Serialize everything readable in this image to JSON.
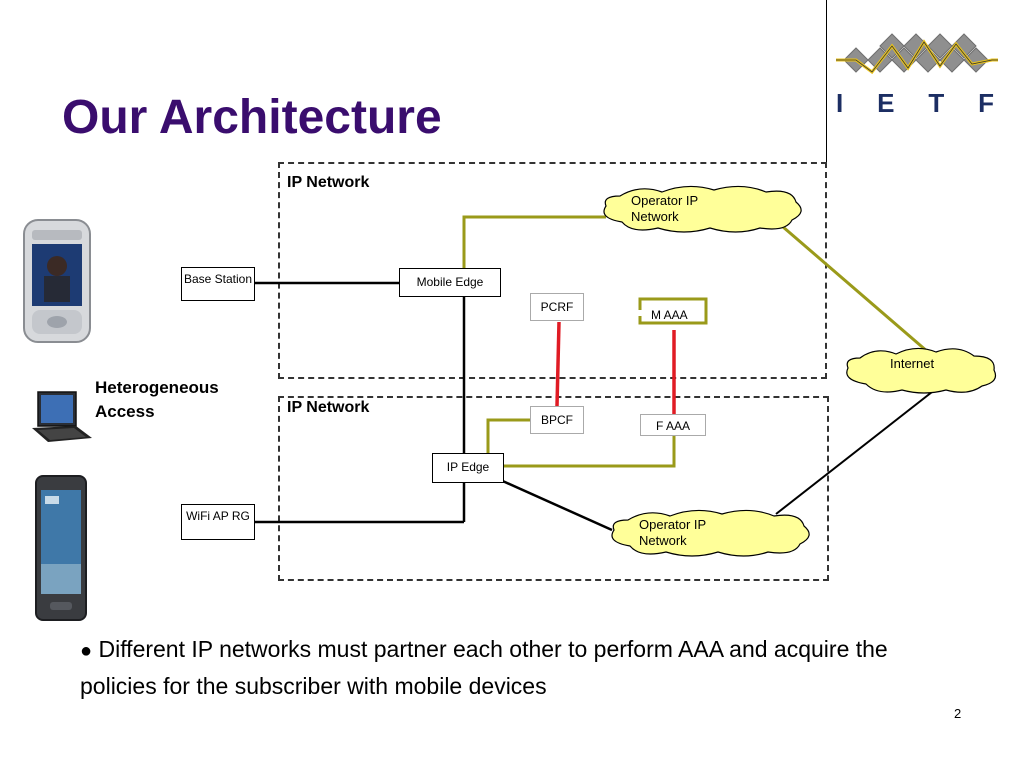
{
  "slide": {
    "title": "Our Architecture",
    "page_number": "2"
  },
  "logo": {
    "letters": [
      "I",
      "E",
      "T",
      "F"
    ],
    "colors": {
      "diamonds": "#8f8f8f",
      "wave": "#e8c21a",
      "letters": "#1c2e63"
    }
  },
  "diagram": {
    "networks": [
      {
        "label": "IP Network"
      },
      {
        "label": "IP Network"
      }
    ],
    "nodes": {
      "base_station": "Base Station",
      "mobile_edge": "Mobile Edge",
      "pcrf": "PCRF",
      "m_aaa": "M AAA",
      "bpcf": "BPCF",
      "f_aaa": "F AAA",
      "ip_edge": "IP Edge",
      "wifi_ap": "WiFi AP RG"
    },
    "clouds": {
      "operator_ip_top": "Operator  IP Network",
      "internet": "Internet",
      "operator_ip_bottom": "Operator  IP Network"
    },
    "devices": [
      "phone-icon",
      "laptop-icon",
      "smartphone-icon"
    ],
    "side_label": "Heterogeneous Access",
    "colors": {
      "olive_link": "#9a9a1a",
      "policy_link": "#e01b24",
      "cloud_fill": "#ffff99",
      "title": "#3a0d6e"
    }
  },
  "bullet": {
    "symbol": "●",
    "text": "Different IP networks must partner each other to perform AAA and acquire the policies for the subscriber with mobile devices"
  }
}
